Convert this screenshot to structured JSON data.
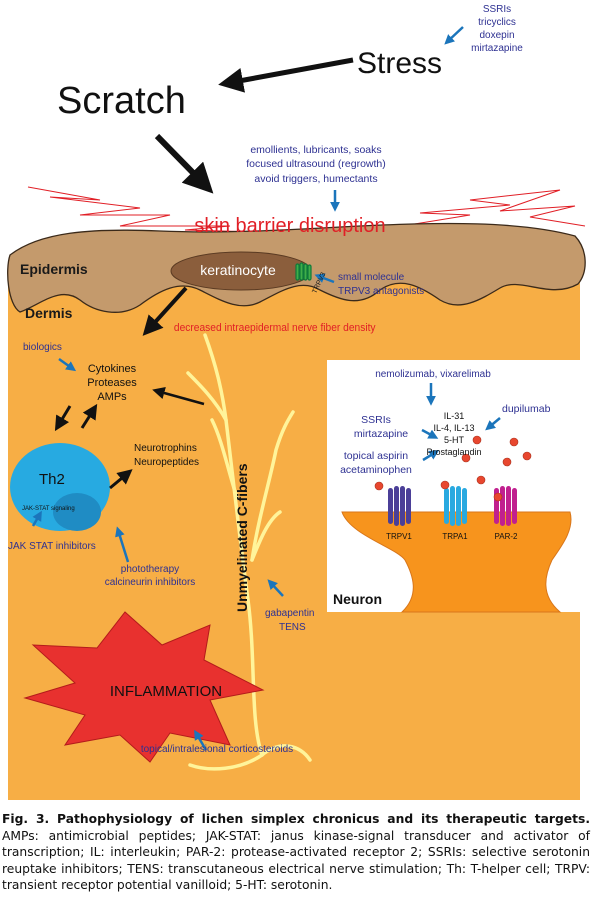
{
  "diagram": {
    "stress": "Stress",
    "scratch": "Scratch",
    "stress_drugs": [
      "SSRIs",
      "tricyclics",
      "doxepin",
      "mirtazapine"
    ],
    "barrier_treatments": [
      "emollients, lubricants, soaks",
      "focused ultrasound (regrowth)",
      "avoid triggers, humectants"
    ],
    "skin_barrier": "skin barrier disruption",
    "epidermis": "Epidermis",
    "dermis": "Dermis",
    "keratinocyte": "keratinocyte",
    "trpv3": "TRPV3",
    "trpv3_drugs": [
      "small molecule",
      "TRPV3 antagonists"
    ],
    "nerve_density": "decreased intraepidermal nerve fiber density",
    "biologics": "biologics",
    "mediators": [
      "Cytokines",
      "Proteases",
      "AMPs"
    ],
    "neuro": [
      "Neurotrophins",
      "Neuropeptides"
    ],
    "th2": "Th2",
    "jak_signaling": "JAK-STAT signaling",
    "jak_inhibitors": "JAK STAT inhibitors",
    "th2_drugs": [
      "phototherapy",
      "calcineurin inhibitors"
    ],
    "cfibers": "Unmyelinated C-fibers",
    "cfiber_drugs": [
      "gabapentin",
      "TENS"
    ],
    "inflammation": "INFLAMMATION",
    "steroids": "topical/intralesional corticosteroids",
    "neuron_box": {
      "anti_il31": "nemolizumab, vixarelimab",
      "dupilumab": "dupilumab",
      "ssri": [
        "SSRIs",
        "mirtazapine"
      ],
      "aspirin": [
        "topical aspirin",
        "acetaminophen"
      ],
      "ligands": [
        "IL-31",
        "IL-4, IL-13",
        "5-HT",
        "Prostaglandin"
      ],
      "receptors": [
        "TRPV1",
        "TRPA1",
        "PAR-2"
      ],
      "label": "Neuron"
    }
  },
  "caption": {
    "title": "Fig. 3. Pathophysiology of lichen simplex chronicus and its therapeutic targets.",
    "text": "AMPs: antimicrobial peptides; JAK-STAT: janus kinase-signal transducer and activator of transcription; IL: interleukin; PAR-2: protease-activated receptor 2; SSRIs: selective serotonin reuptake inhibitors; TENS: transcutaneous electrical nerve stimulation; Th: T-helper cell; TRPV: transient receptor potential vanilloid; 5-HT: serotonin."
  },
  "colors": {
    "dermis": "#f7ae45",
    "epidermis": "#c49a6c",
    "keratinocyte": "#8b5e3c",
    "th2": "#27aae1",
    "inflammation": "#e8312f",
    "red_text": "#e11f26",
    "drug_text": "#2e3192",
    "arrow_blue": "#1b75bb",
    "nerve": "#fff49a",
    "neuron_body": "#f7941d",
    "trpv1": "#4b3f98",
    "trpa1": "#29a9e0",
    "par2": "#c1208f",
    "ligand_dot": "#e8472f"
  }
}
